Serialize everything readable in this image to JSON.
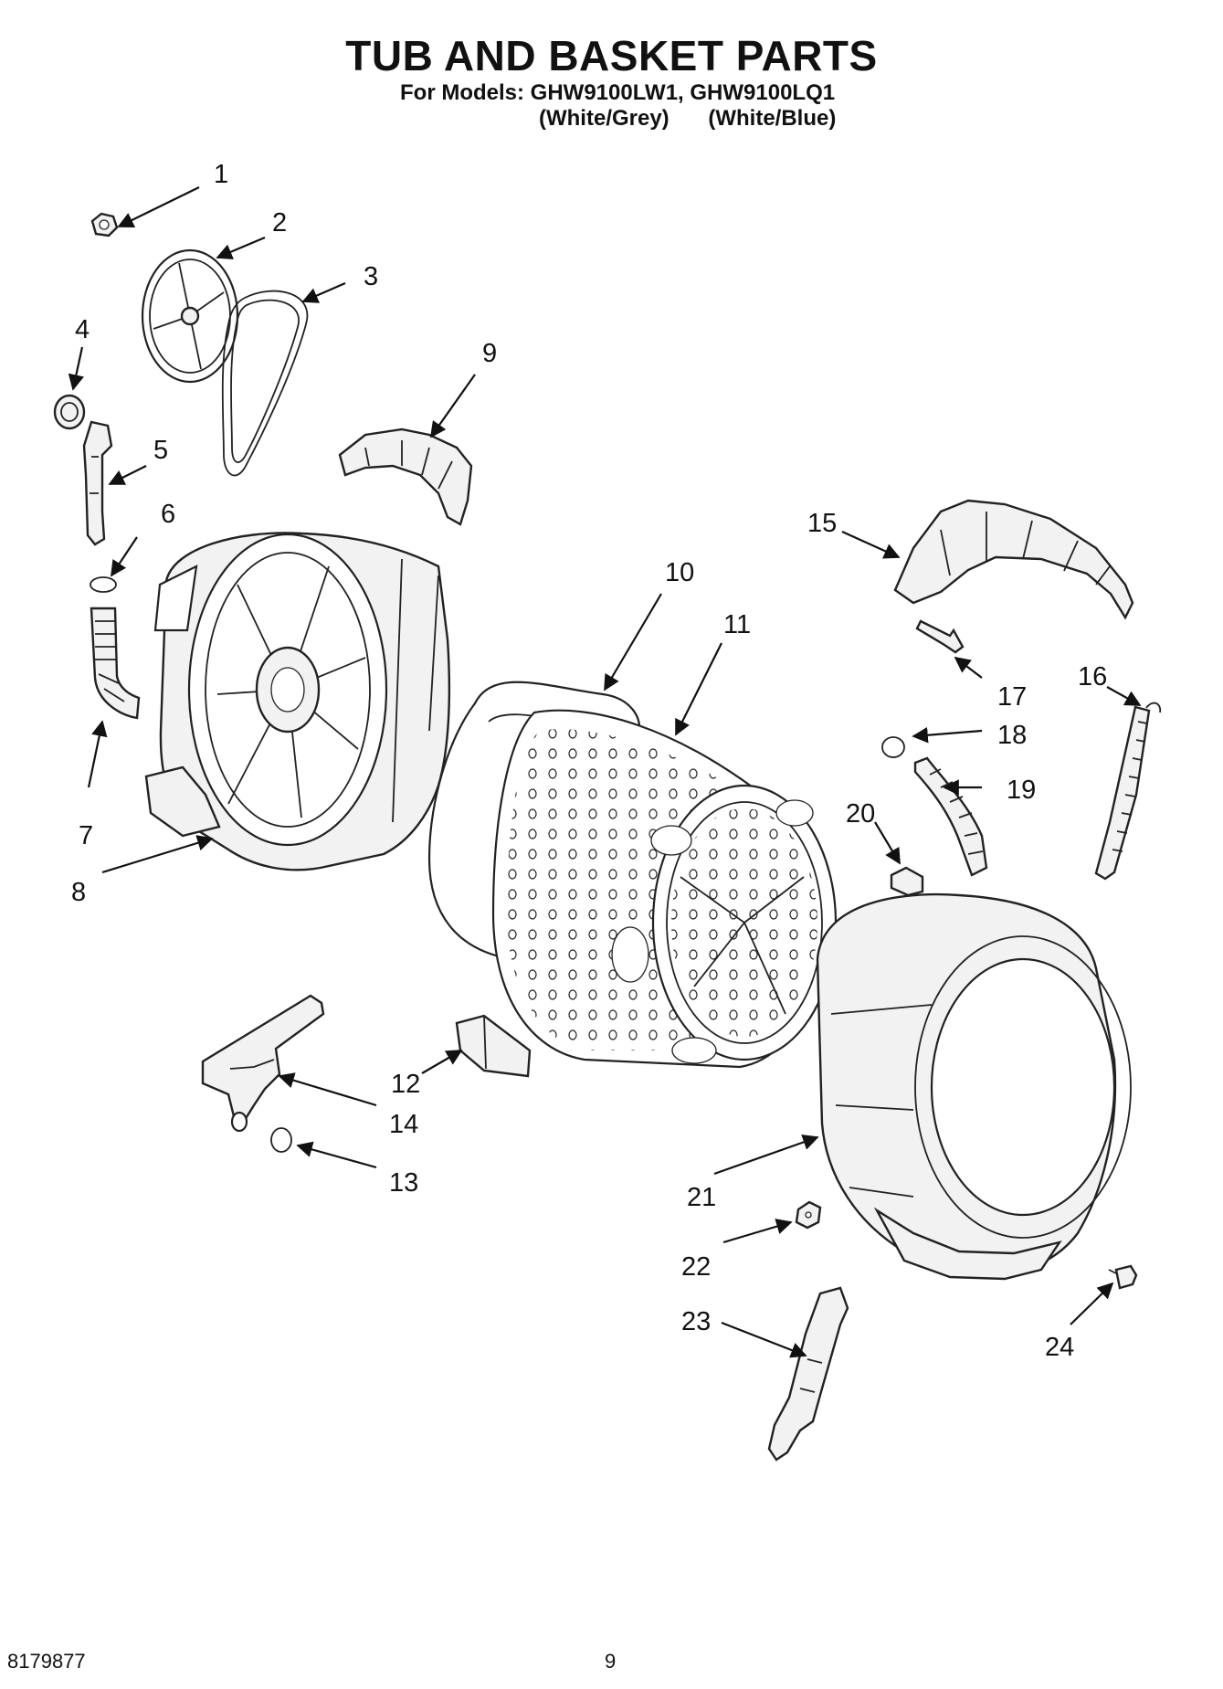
{
  "header": {
    "title": "TUB AND BASKET PARTS",
    "models_line": "For Models: GHW9100LW1, GHW9100LQ1",
    "variant_1": "(White/Grey)",
    "variant_2": "(White/Blue)"
  },
  "callouts": [
    "1",
    "2",
    "3",
    "4",
    "5",
    "6",
    "7",
    "8",
    "9",
    "10",
    "11",
    "12",
    "13",
    "14",
    "15",
    "16",
    "17",
    "18",
    "19",
    "20",
    "21",
    "22",
    "23",
    "24"
  ],
  "footer": {
    "document_number": "8179877",
    "page_number": "9"
  }
}
